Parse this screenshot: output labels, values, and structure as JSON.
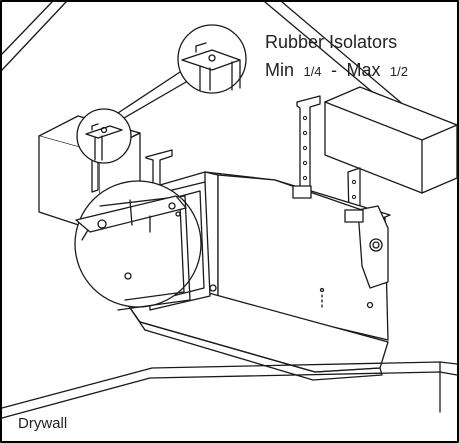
{
  "labels": {
    "rubber_isolators": "Rubber Isolators",
    "min_prefix": "Min",
    "min_value": "1/4",
    "separator": " - ",
    "max_prefix": "Max",
    "max_value": "1/2",
    "drywall": "Drywall"
  },
  "colors": {
    "line": "#1a1a1a",
    "background": "#ffffff",
    "frame": "#000000"
  }
}
